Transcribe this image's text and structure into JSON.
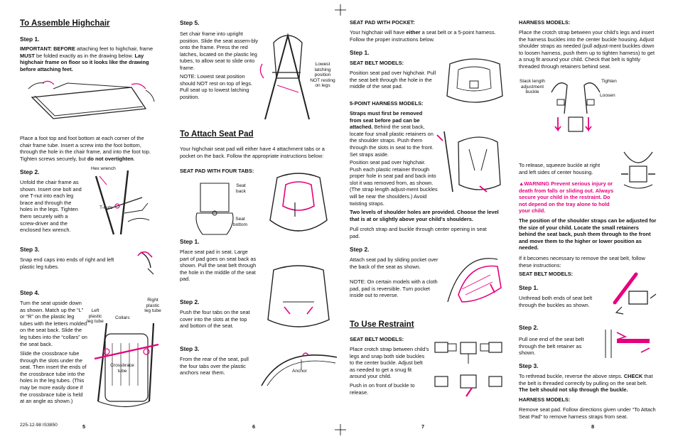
{
  "registration": [
    "crosshair-top-left",
    "crosshair-top-right",
    "crosshair-bottom-left",
    "crosshair-bottom-right"
  ],
  "page5": {
    "title": "To Assemble Highchair",
    "step1": {
      "heading": "Step 1.",
      "important_label": "IMPORTANT: BEFORE",
      "important_text_a": " attaching feet to highchair, frame ",
      "must": "MUST",
      "important_text_b": " be folded exactly as in the drawing below. ",
      "lay_flat": "Lay highchair frame on floor so it looks like the drawing before attaching feet.",
      "body_a": "Place a foot top and foot bottom at each corner of the chair frame tube. Insert a screw into the foot bottom, through the hole in the chair frame, and into the foot top. Tighten screws securely, but ",
      "body_bold": "do not overtighten",
      "body_end": "."
    },
    "step2": {
      "heading": "Step 2.",
      "body": "Unfold the chair frame as shown. Insert one bolt and one T-nut into each leg brace and through the holes in the legs. Tighten them securely with a screw-driver and the enclosed hex wrench.",
      "label_hex": "Hex wrench",
      "label_tnuts": "T-nuts"
    },
    "step3": {
      "heading": "Step 3.",
      "body": "Snap end caps into ends of right and left plastic leg tubes."
    },
    "step4": {
      "heading": "Step 4.",
      "body1": "Turn the seat upside down as shown. Match up the “L” or “R” on the plastic leg tubes with the letters molded on the seat back. Slide the leg tubes into the “collars” on the seat back.",
      "body2": "Slide the crossbrace tube through the slots under the seat. Then insert the ends of the crossbrace tube into the holes in the leg tubes. (This may be more easily done if the crossbrace tube is held at an angle as shown.)",
      "label_left": "Left plastic leg tube",
      "label_collars": "Collars",
      "label_right": "Right plastic leg tube",
      "label_crossbrace": "Crossbrace tube"
    },
    "footer_code": "225-12-98   IS3850",
    "page_number": "5"
  },
  "page6": {
    "step5": {
      "heading": "Step 5.",
      "body": "Set chair frame into upright position. Slide the seat assem-bly onto the frame. Press the red latches, located on the plastic leg tubes, to allow seat to slide onto frame.",
      "note": "NOTE: Lowest seat position should NOT rest on top of legs. Pull seat up to lowest latching position.",
      "label_lowest": "Lowest latching position NOT resting on legs"
    },
    "title": "To Attach Seat Pad",
    "intro": "Your highchair seat pad will either have 4 attachment tabs or a pocket on the back. Follow the appropriate instructions below:",
    "tabs_heading": "SEAT PAD WITH FOUR TABS:",
    "label_seat_back": "Seat back",
    "label_seat_bottom": "Seat bottom",
    "step1": {
      "heading": "Step 1.",
      "body": "Place seat pad in seat. Large part of pad goes on seat back as shown. Pull the seat belt through the hole in the middle of the seat pad."
    },
    "step2": {
      "heading": "Step 2.",
      "body": "Push the four tabs on the seat cover into the slots at the top and bottom of the seat."
    },
    "step3": {
      "heading": "Step 3.",
      "body": "From the rear of the seat, pull the four tabs over the plastic anchors near them.",
      "label_anchor": "Anchor"
    },
    "page_number": "6"
  },
  "page7": {
    "pocket_heading": "SEAT PAD WITH POCKET:",
    "pocket_a": "Your highchair will have ",
    "either": "either",
    "pocket_b": " a seat belt or a 5-point harness. Follow the proper instructions below.",
    "step1": {
      "heading": "Step 1.",
      "belt_heading": "SEAT BELT MODELS:",
      "belt_body": "Position seat pad over highchair. Pull the seat belt through the hole in the middle of the seat pad.",
      "harness_heading": "5-POINT HARNESS MODELS:",
      "straps_bold": "Straps must first be removed from seat before pad can be attached.",
      "straps_body": " Behind the seat back, locate four small plastic retainers on the shoulder straps. Push them through the slots in seat to the front. Set straps aside.",
      "position_body": "Position seat pad over highchair. Push each plastic retainer through proper hole in seat pad and back into slot it was removed from, as shown. (The strap length adjust-ment buckles will be near the shoulders.) Avoid twisting straps.",
      "two_levels": "Two levels of shoulder holes are provided. Choose the level that is at or slightly above your child’s shoulders.",
      "crotch": "Pull crotch strap and buckle through center opening in seat pad."
    },
    "step2": {
      "heading": "Step 2.",
      "body": "Attach seat pad by sliding pocket over the back of the seat as shown.",
      "note": "NOTE: On certain models with a cloth pad, pad is reversible. Turn pocket inside out to reverse."
    },
    "restraint_title": "To Use Restraint",
    "restraint_belt_heading": "SEAT BELT MODELS:",
    "restraint_body": "Place crotch strap between child’s legs and snap both side buckles to the center buckle. Adjust belt as needed to get a snug fit around your child.",
    "restraint_push": "Push in on front of buckle to release.",
    "page_number": "7"
  },
  "page8": {
    "harness_heading": "HARNESS MODELS:",
    "harness_body": "Place the crotch strap between your child’s legs and insert the harness buckles into the center buckle housing. Adjust shoulder straps as needed (pull adjust-ment buckles down to loosen harness, push them up to tighten harness) to get a snug fit around your child. Check that belt is tightly threaded through retainers behind seat.",
    "label_slack": "Slack length adjustment buckle",
    "label_tighten": "Tighten",
    "label_loosen": "Loosen",
    "release": "To release, squeeze buckle at right and left sides of center housing.",
    "warning_word": "WARNING",
    "warning_text": " Prevent serious injury or death from falls or sliding out. Always secure your child in the restraint. Do not depend on the tray alone to hold your child.",
    "position_bold": "The position of the shoulder straps can be adjusted for the size of your child. Locate the small retainers behind the seat back, push them through to the front and move them to the higher or lower position as needed.",
    "remove_belt": "If it becomes necessary to remove the seat belt, follow these instructions:",
    "belt_heading": "SEAT BELT MODELS:",
    "step1": {
      "heading": "Step 1.",
      "body": "Unthread both ends of seat belt through the buckles as shown."
    },
    "step2": {
      "heading": "Step 2.",
      "body": "Pull one end of the seat belt through the belt retainer as shown."
    },
    "step3": {
      "heading": "Step 3.",
      "body_a": "To rethread buckle, reverse the above steps. ",
      "check": "CHECK",
      "body_b": " that the belt is threaded correctly by pulling on the seat belt. ",
      "body_bold": "The belt should not slip through the buckle."
    },
    "harness_heading2": "HARNESS MODELS:",
    "harness_remove": "Remove seat pad. Follow directions given under “To Attach Seat Pad” to remove harness straps from seat.",
    "page_number": "8"
  },
  "colors": {
    "accent": "#e6007e",
    "text": "#111111"
  }
}
